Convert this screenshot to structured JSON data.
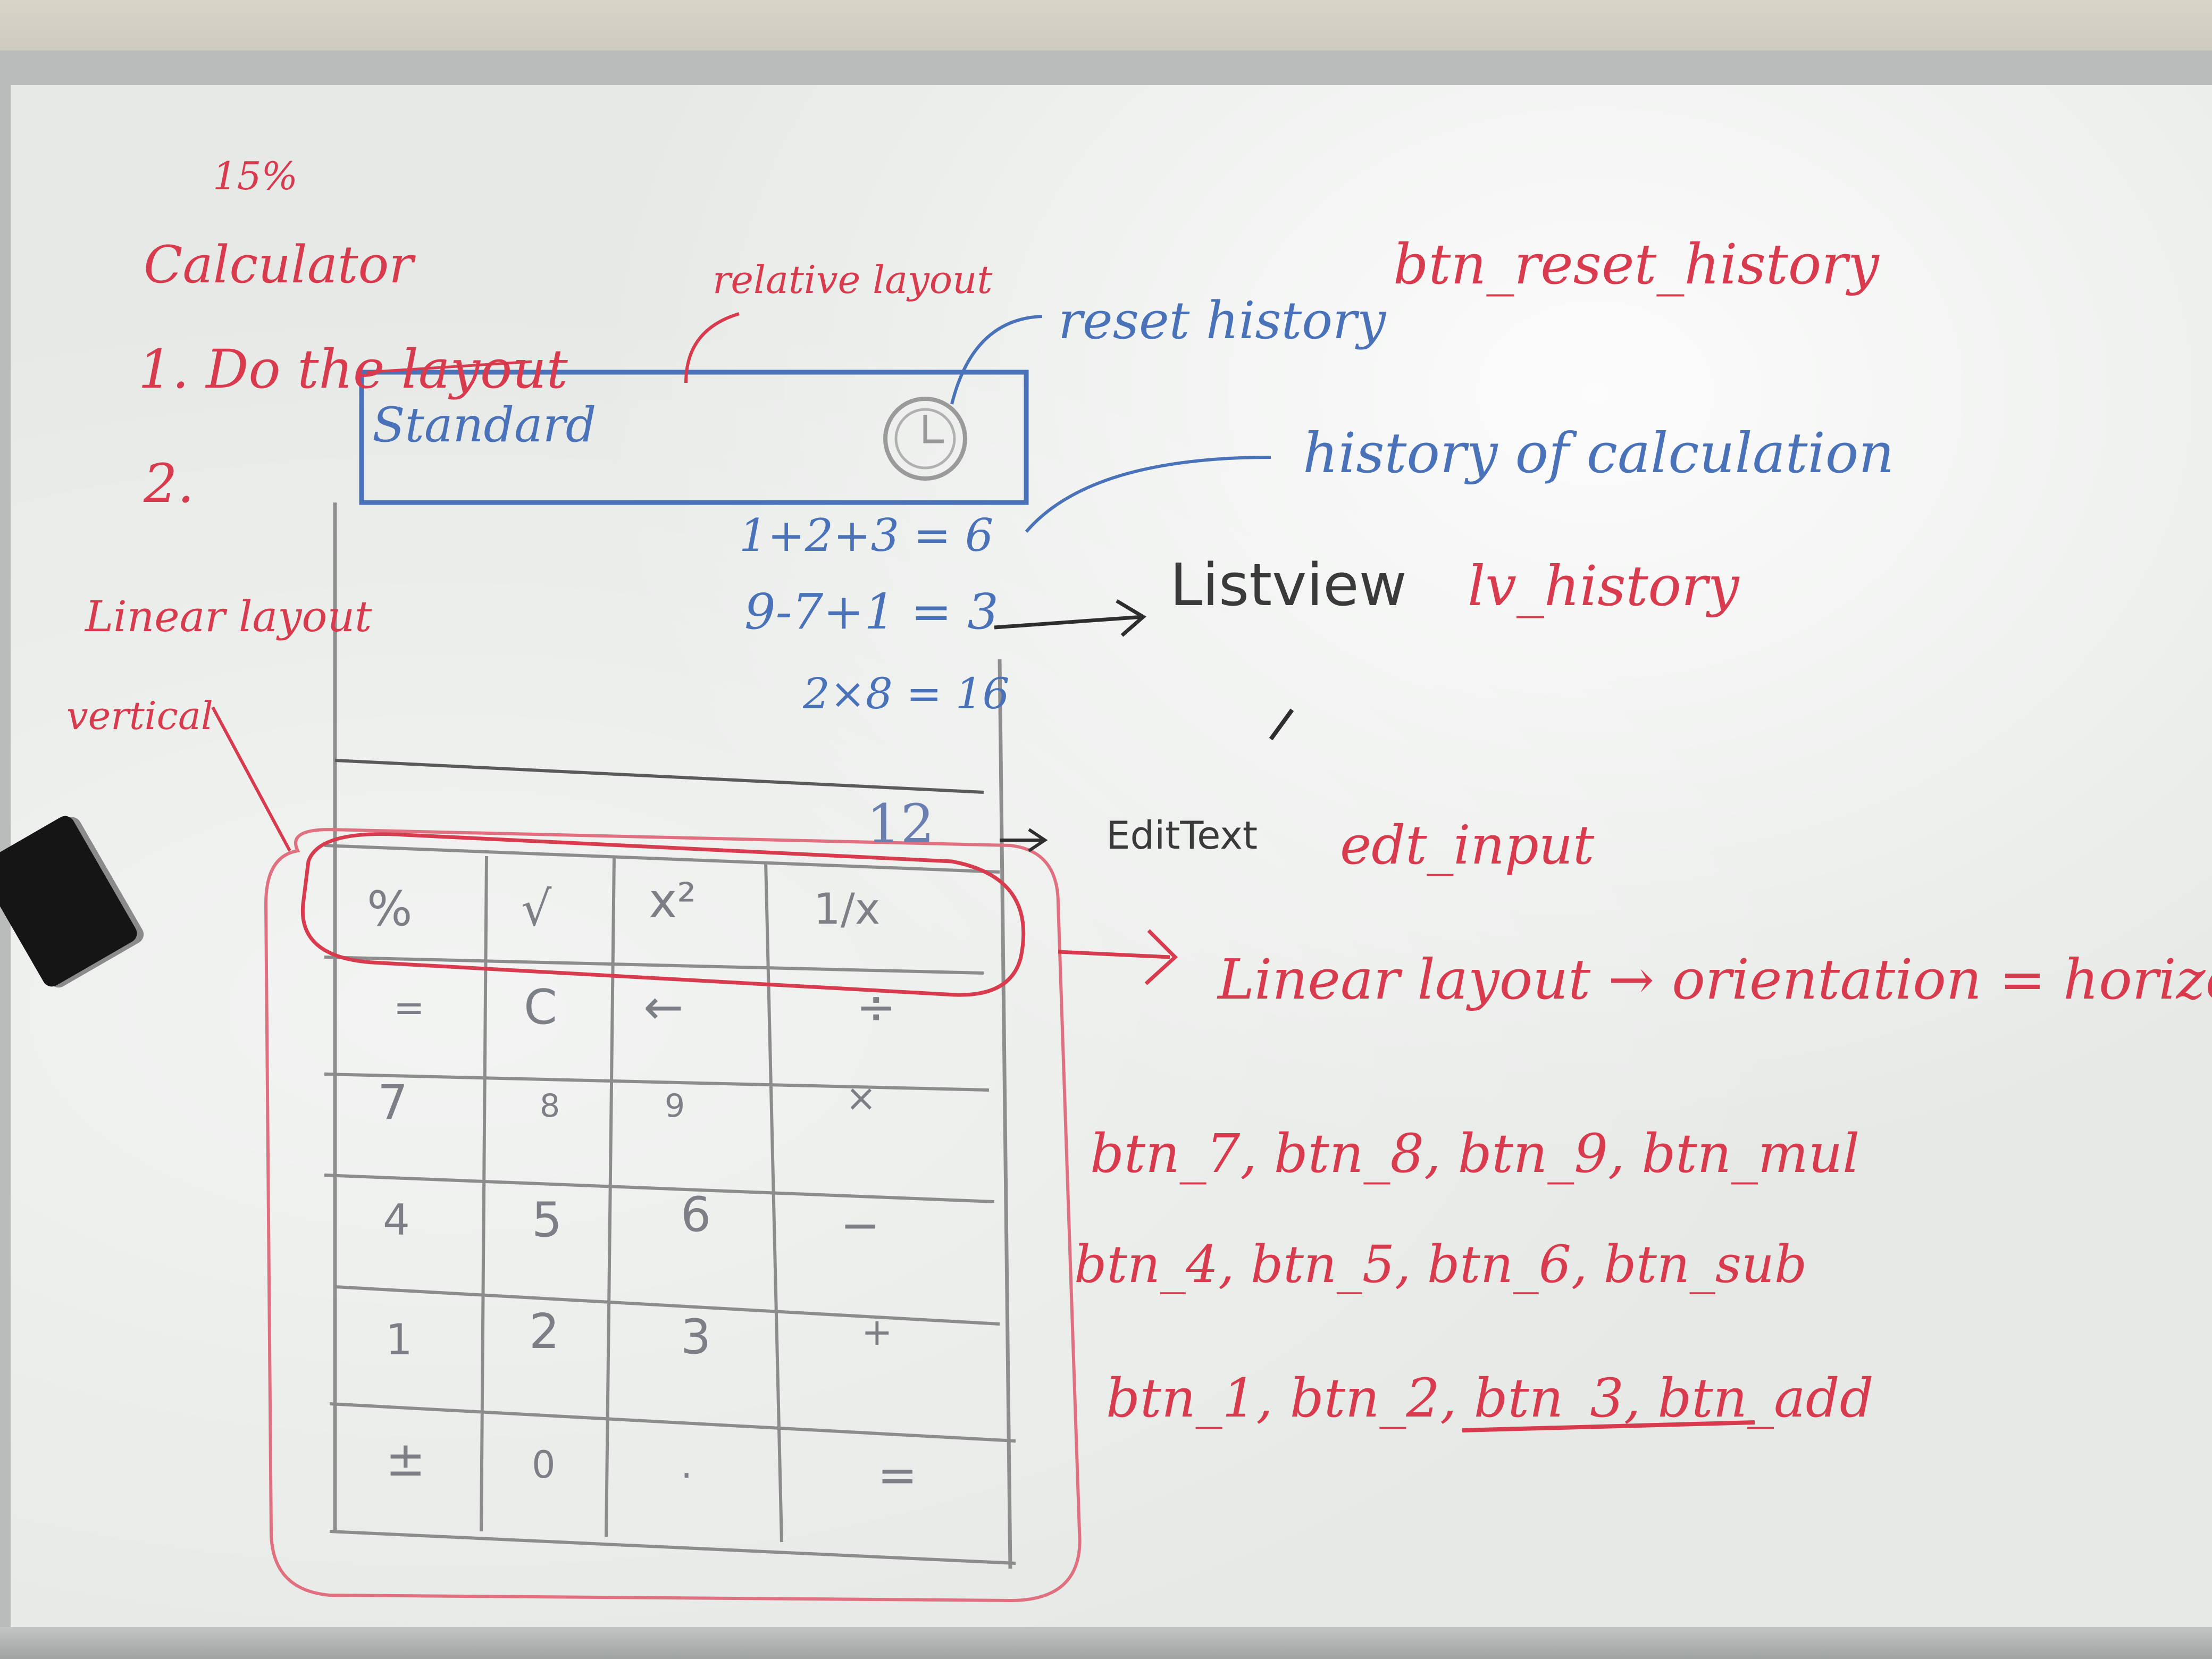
{
  "notes_red": {
    "percent": "15%",
    "title": "Calculator",
    "step1": "1. Do the layout",
    "step2": "2.",
    "relative_layout": "relative layout",
    "linear_layout_vertical_1": "Linear layout",
    "linear_layout_vertical_2": "vertical",
    "btn_reset_history": "btn_reset_history",
    "lv_history": "lv_history",
    "edt_input": "edt_input",
    "linear_layout_horizontal": "Linear layout → orientation = horizont",
    "ids_row_789": "btn_7, btn_8, btn_9, btn_mul",
    "ids_row_456": "btn_4, btn_5, btn_6, btn_sub",
    "ids_row_123": "btn_1, btn_2, btn_3, btn_add"
  },
  "notes_blue": {
    "standard": "Standard",
    "reset_history": "reset history",
    "history_of_calculation": "history of calculation",
    "history_1": "1+2+3 = 6",
    "history_2": "9-7+1 = 3",
    "history_3": "2×8 = 16"
  },
  "notes_black": {
    "listview": "Listview",
    "edittext": "EditText",
    "input_value": "12"
  },
  "keypad": {
    "row1": [
      "%",
      "√",
      "x²",
      "1/x"
    ],
    "row2": [
      "=",
      "C",
      "←",
      "÷"
    ],
    "row3": [
      "7",
      "8",
      "9",
      "×"
    ],
    "row4": [
      "4",
      "5",
      "6",
      "−"
    ],
    "row5": [
      "1",
      "2",
      "3",
      "+"
    ],
    "row6": [
      "±",
      "0",
      ".",
      "="
    ]
  },
  "colors": {
    "red_marker": "#d83a4e",
    "blue_marker": "#4a72b8",
    "black_marker": "#3a3a3a",
    "board": "#e6e9e6"
  }
}
